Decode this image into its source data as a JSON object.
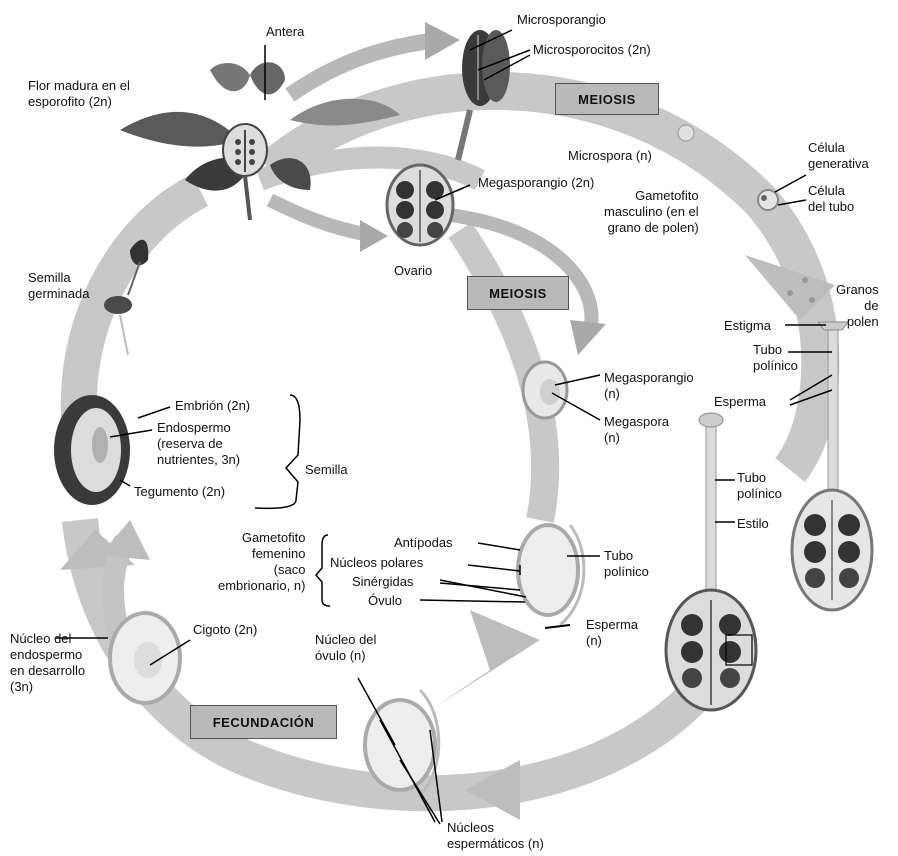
{
  "stage_boxes": {
    "meiosis_top": "MEIOSIS",
    "meiosis_center": "MEIOSIS",
    "fecundacion": "FECUNDACIÓN"
  },
  "labels": {
    "antera": "Antera",
    "flor_madura": "Flor madura en el\nesporofito (2n)",
    "microsporangio": "Microsporangio",
    "microsporocitos": "Microsporocitos (2n)",
    "microspora": "Microspora (n)",
    "celula_generativa": "Célula\ngenerativa",
    "celula_tubo": "Célula\ndel tubo",
    "gametofito_masculino": "Gametofito\nmasculino (en el\ngrano de polen)",
    "megasporangio_2n": "Megasporangio (2n)",
    "ovario": "Ovario",
    "granos_polen": "Granos\nde\npolen",
    "estigma": "Estigma",
    "tubo_polinico_1": "Tubo\npolínico",
    "esperma_1": "Esperma",
    "megasporangio_n": "Megasporangio\n(n)",
    "megaspora": "Megaspora\n(n)",
    "tubo_polinico_2": "Tubo\npolínico",
    "estilo": "Estilo",
    "semilla_germinada": "Semilla\ngerminada",
    "embrion": "Embrión (2n)",
    "endospermo": "Endospermo\n(reserva de\nnutrientes, 3n)",
    "tegumento": "Tegumento (2n)",
    "semilla": "Semilla",
    "gametofito_femenino": "Gametofito\nfemenino\n(saco\nembrionario, n)",
    "antipodas": "Antípodas",
    "nucleos_polares": "Núcleos polares",
    "sinergidas": "Sinérgidas",
    "ovulo": "Óvulo",
    "tubo_polinico_3": "Tubo\npolínico",
    "esperma_2": "Esperma\n(n)",
    "nucleo_ovulo": "Núcleo del\nóvulo (n)",
    "cigoto": "Cigoto (2n)",
    "nucleo_endospermo": "Núcleo del\nendospermo\nen desarrollo\n(3n)",
    "nucleos_espermaticos": "Núcleos\nespermáticos (n)"
  },
  "colors": {
    "arrow": "#c4c4c4",
    "arrow_dark": "#9a9a9a",
    "structure_dark": "#2e2e2e",
    "structure_mid": "#7a7a7a",
    "line": "#000000"
  }
}
